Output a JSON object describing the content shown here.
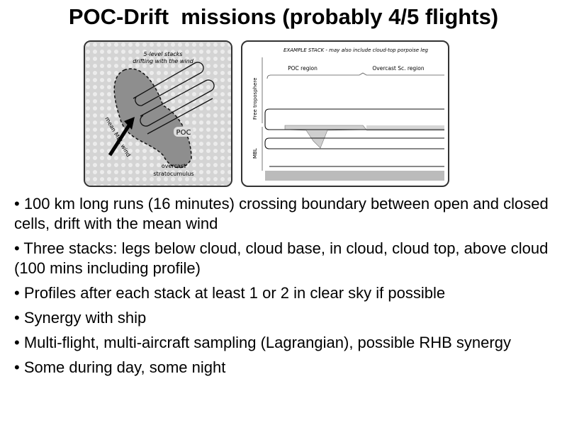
{
  "title": "POC-Drift  missions (probably 4/5 flights)",
  "figure_left": {
    "label_stacks_1": "5-level stacks",
    "label_stacks_2": "drifting with the wind",
    "label_poc": "POC",
    "label_wind": "mean MBL wind",
    "label_overcast_1": "overcast",
    "label_overcast_2": "stratocumulus"
  },
  "figure_right": {
    "heading": "EXAMPLE STACK - may also include cloud-top porpoise leg",
    "label_poc_region": "POC region",
    "label_overcast_region": "Overcast Sc. region",
    "label_free_trop": "Free troposphere",
    "label_mbl": "MBL"
  },
  "bullets": [
    "• 100 km long runs (16 minutes) crossing boundary between open and closed cells, drift with the mean wind",
    "• Three stacks: legs below cloud, cloud base, in cloud, cloud top, above cloud (100 mins including profile)",
    "• Profiles after each stack at least 1 or 2 in clear sky if possible",
    "• Synergy with ship",
    "• Multi-flight, multi-aircraft sampling (Lagrangian), possible RHB synergy",
    "• Some during day, some night"
  ]
}
